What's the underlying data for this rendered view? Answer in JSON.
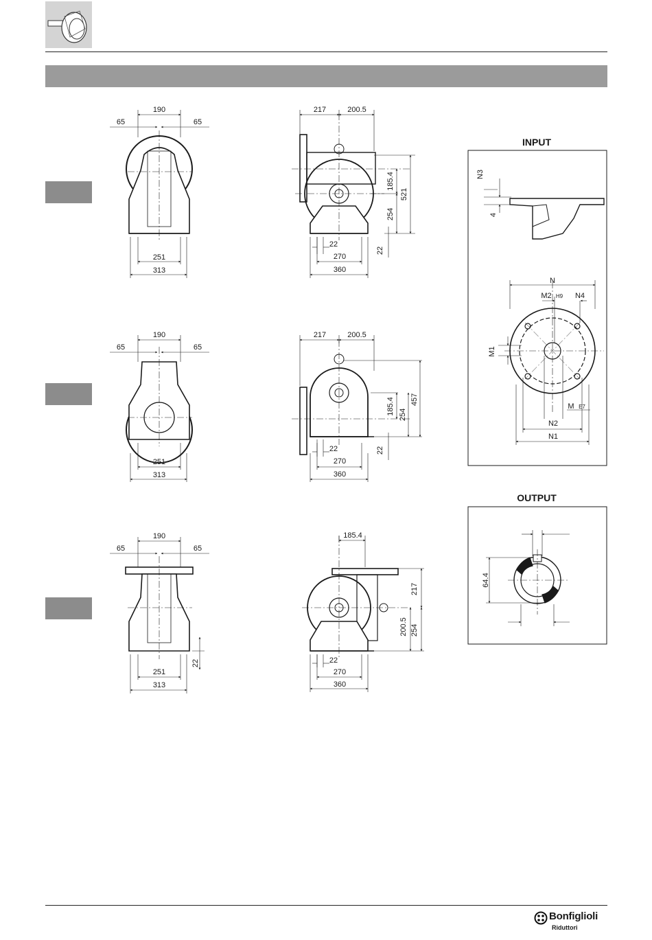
{
  "views": [
    {
      "front": {
        "top": "190",
        "left": "65",
        "right": "65",
        "base_inner": "251",
        "base_outer": "313"
      },
      "side": {
        "left": "217",
        "right": "200.5",
        "bottom_a": "22",
        "bottom_b": "270",
        "bottom_c": "360",
        "v1": "185.4",
        "v2": "254",
        "v3": "521",
        "v4": "22"
      }
    },
    {
      "front": {
        "top": "190",
        "left": "65",
        "right": "65",
        "base_inner": "251",
        "base_outer": "313"
      },
      "side": {
        "left": "217",
        "right": "200.5",
        "bottom_a": "22",
        "bottom_b": "270",
        "bottom_c": "360",
        "v1": "185.4",
        "v2": "254",
        "v3": "457",
        "v4": "22"
      }
    },
    {
      "front": {
        "top": "190",
        "left": "65",
        "right": "65",
        "base_inner": "251",
        "base_outer": "313",
        "v1": "22"
      },
      "side": {
        "top": "185.4",
        "bottom_a": "22",
        "bottom_b": "270",
        "bottom_c": "360",
        "v1": "217",
        "v2": "200.5",
        "v3": "254"
      }
    }
  ],
  "input": {
    "title": "INPUT",
    "n3": "N3",
    "four": "4",
    "n": "N",
    "m2": "M2",
    "h9": "H9",
    "n4": "N4",
    "m1": "M1",
    "m": "M",
    "e7": "E7",
    "n2": "N2",
    "n1": "N1"
  },
  "output": {
    "title": "OUTPUT",
    "dim": "64.4"
  },
  "brand": {
    "name": "Bonfiglioli",
    "sub": "Riduttori"
  },
  "colors": {
    "banner": "#9b9b9b",
    "tab": "#8c8c8c",
    "line": "#1a1a1a"
  }
}
